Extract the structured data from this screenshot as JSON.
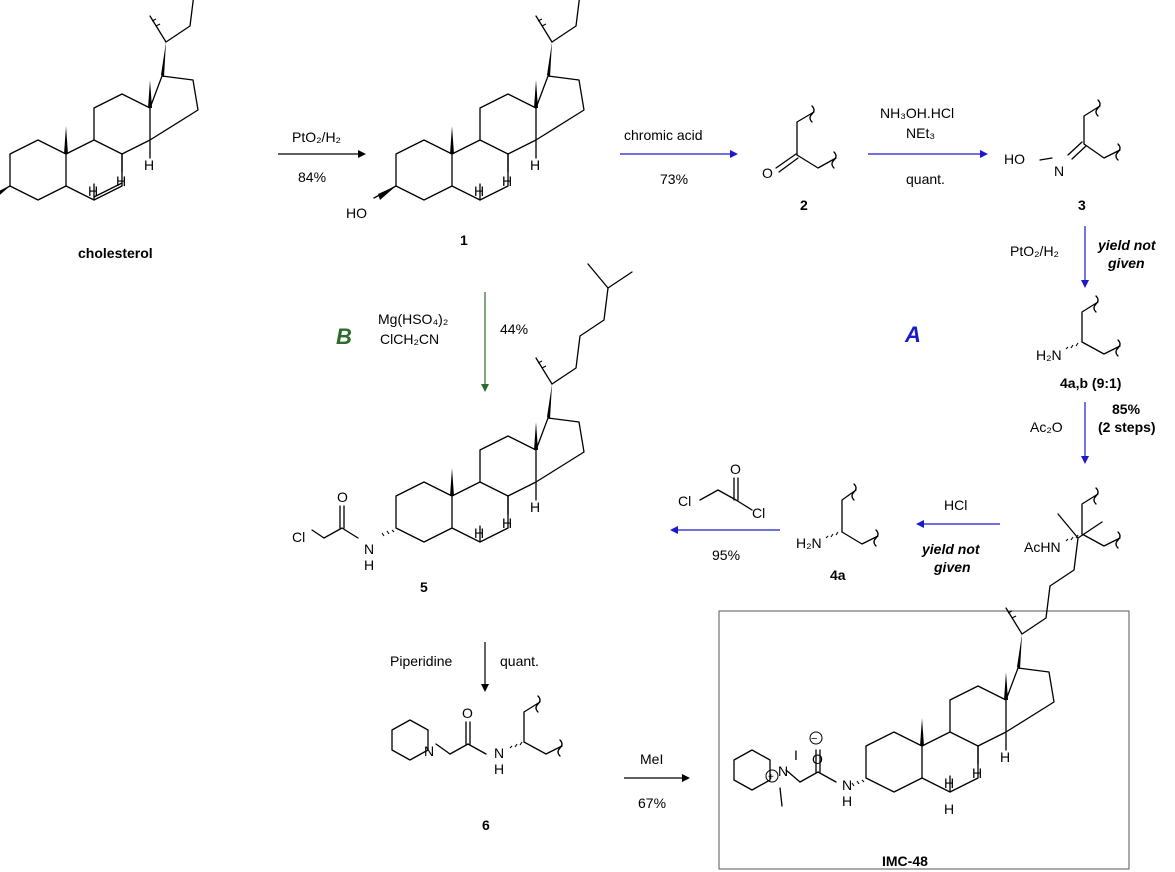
{
  "compounds": {
    "cholesterol": "cholesterol",
    "c1": "1",
    "c2": "2",
    "c3": "3",
    "c4ab": "4a,b (9:1)",
    "c4a": "4a",
    "c5": "5",
    "c6": "6",
    "imc": "IMC-48"
  },
  "atoms": {
    "HO": "HO",
    "H": "H",
    "O": "O",
    "N": "N",
    "HO_N": "HO",
    "H2N": "H₂N",
    "AcHN": "AcHN",
    "Cl": "Cl",
    "I": "I",
    "minus": "−",
    "plus": "+"
  },
  "steps": {
    "s1_reagent": "PtO₂/H₂",
    "s1_yield": "84%",
    "s2_reagent": "chromic acid",
    "s2_yield": "73%",
    "s3_reagent1": "NH₃OH.HCl",
    "s3_reagent2": "NEt₃",
    "s3_yield": "quant.",
    "s4_reagent": "PtO₂/H₂",
    "s4_yield1": "yield not",
    "s4_yield2": "given",
    "s5_reagent": "Ac₂O",
    "s5_yield1": "85%",
    "s5_yield2": "(2 steps)",
    "s6_reagent": "HCl",
    "s6_yield1": "yield not",
    "s6_yield2": "given",
    "s7_yield": "95%",
    "sB_reagent1": "Mg(HSO₄)₂",
    "sB_reagent2": "ClCH₂CN",
    "sB_yield": "44%",
    "s8_reagent": "Piperidine",
    "s8_yield": "quant.",
    "s9_reagent": "MeI",
    "s9_yield": "67%"
  },
  "routes": {
    "A": "A",
    "B": "B"
  },
  "colors": {
    "arrow_black": "#000000",
    "arrow_blue": "#1a1acc",
    "arrow_green": "#2b6b2b",
    "box_border": "#555555"
  }
}
